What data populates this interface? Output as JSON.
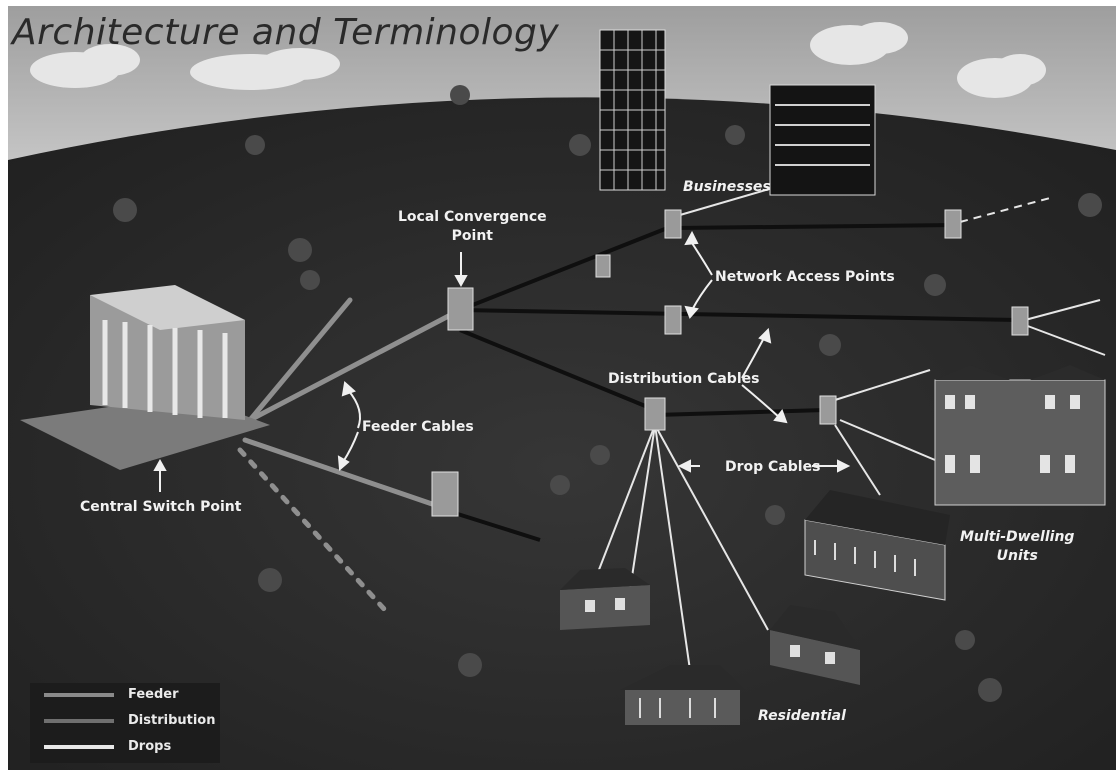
{
  "title": "Architecture and Terminology",
  "labels": {
    "businesses": "Businesses",
    "local_convergence_point": "Local Convergence\nPoint",
    "network_access_points": "Network Access Points",
    "distribution_cables": "Distribution Cables",
    "feeder_cables": "Feeder Cables",
    "drop_cables": "Drop Cables",
    "central_switch_point": "Central Switch Point",
    "multi_dwelling_units": "Multi-Dwelling\nUnits",
    "residential": "Residential"
  },
  "legend": [
    {
      "name": "Feeder",
      "color": "#8a8a8a"
    },
    {
      "name": "Distribution",
      "color": "#6f6f6f"
    },
    {
      "name": "Drops",
      "color": "#e8e8e8"
    }
  ],
  "colors": {
    "ground": "#2a2a2a",
    "sky": "#b9b9b9",
    "label_text": "#f2f2f2",
    "feeder": "#8a8a8a",
    "distribution": "#111111",
    "drops": "#e8e8e8"
  }
}
